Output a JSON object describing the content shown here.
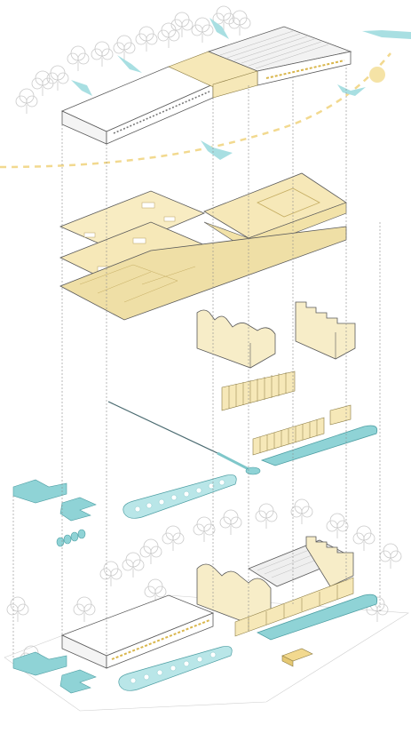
{
  "diagram": {
    "type": "exploded-axonometric-architecture",
    "colors": {
      "background": "#ffffff",
      "line": "#5a5a5a",
      "thin_line": "#9a9a9a",
      "guide_line": "#8c8c8c",
      "tree": "#c9c9c9",
      "slab_yellow": "#f6e8b8",
      "slab_yellow_dark": "#ecd79a",
      "volume_yellow": "#f7edc8",
      "sun_path": "#f2d98f",
      "water_teal": "#8fd3d6",
      "water_teal_dark": "#6cbcc0",
      "ground_grey": "#e9e9e9"
    },
    "icons": [
      "sun-icon",
      "wind-arrow-icon",
      "tree-icon",
      "vehicle-icon"
    ],
    "layers": [
      "roof-and-building-with-environment",
      "floor-slabs",
      "hall-volumes",
      "facade-fins",
      "water-channel-and-pools",
      "teal-pool-elements",
      "assembled-site-with-trees"
    ]
  }
}
